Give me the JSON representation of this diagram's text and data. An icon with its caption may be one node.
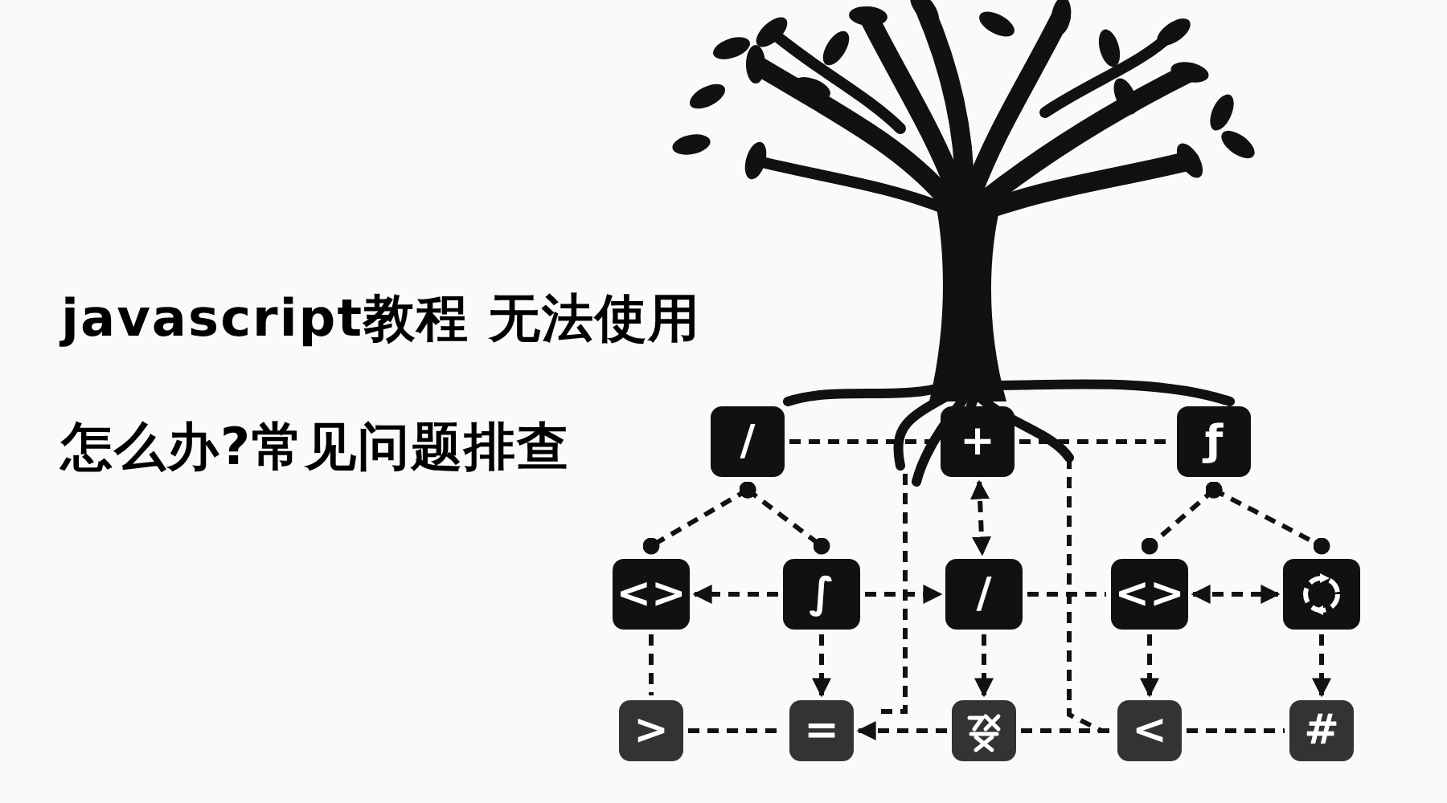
{
  "diagram": {
    "title": "javascript教程 无法使用怎么办?常见问题排查",
    "nodes": [
      {
        "text": [
          "/"
        ]
      },
      {
        "text": [
          "+"
        ]
      },
      {
        "text": [
          "ƒ"
        ]
      },
      {
        "text": [
          "<>"
        ]
      },
      {
        "text": [
          "∫"
        ]
      },
      {
        "text": [
          "/"
        ]
      },
      {
        "text": [
          "<>"
        ]
      },
      {
        "text": [],
        "shape": "picture"
      },
      {
        "text": [
          ">"
        ]
      },
      {
        "text": [
          "="
        ]
      },
      {
        "text": [],
        "shape": "picture"
      },
      {
        "text": [
          "<"
        ]
      },
      {
        "text": [
          "#"
        ]
      }
    ],
    "edges": [
      {
        "from": 0,
        "to": 1,
        "arrow": "none",
        "style": "dashed"
      },
      {
        "from": 1,
        "to": 2,
        "arrow": "none",
        "style": "dashed"
      },
      {
        "from": 0,
        "to": 3,
        "arrow": "other",
        "style": "dashed"
      },
      {
        "from": 0,
        "to": 4,
        "arrow": "other",
        "style": "dashed"
      },
      {
        "from": 2,
        "to": 6,
        "arrow": "other",
        "style": "dashed"
      },
      {
        "from": 2,
        "to": 7,
        "arrow": "other",
        "style": "dashed"
      },
      {
        "from": 1,
        "to": 5,
        "arrow": "both",
        "style": "dashed"
      },
      {
        "from": 4,
        "to": 3,
        "arrow": "to",
        "style": "dashed"
      },
      {
        "from": 4,
        "to": 5,
        "arrow": "to",
        "style": "dashed"
      },
      {
        "from": 5,
        "to": 6,
        "arrow": "none",
        "style": "dashed"
      },
      {
        "from": 6,
        "to": 7,
        "arrow": "both",
        "style": "dashed"
      },
      {
        "from": 3,
        "to": 8,
        "arrow": "none",
        "style": "dashed"
      },
      {
        "from": 4,
        "to": 9,
        "arrow": "to",
        "style": "dashed"
      },
      {
        "from": 5,
        "to": 10,
        "arrow": "to",
        "style": "dashed"
      },
      {
        "from": 6,
        "to": 11,
        "arrow": "to",
        "style": "dashed"
      },
      {
        "from": 7,
        "to": 12,
        "arrow": "to",
        "style": "dashed"
      },
      {
        "from": 8,
        "to": 9,
        "arrow": "none",
        "style": "dashed"
      },
      {
        "from": 10,
        "to": 9,
        "arrow": "to",
        "style": "dashed"
      },
      {
        "from": 10,
        "to": 11,
        "arrow": "none",
        "style": "dashed"
      },
      {
        "from": 11,
        "to": 12,
        "arrow": "none",
        "style": "dashed"
      }
    ]
  }
}
